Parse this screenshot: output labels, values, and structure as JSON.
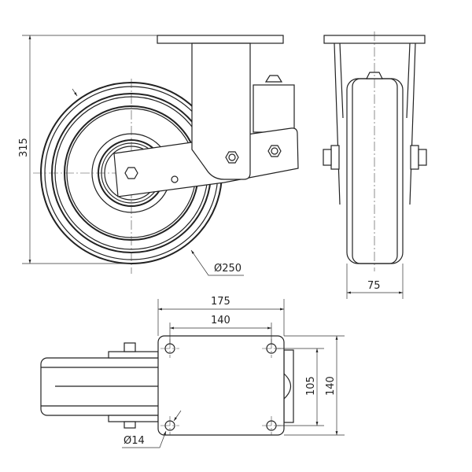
{
  "drawing": {
    "side_view": {
      "height_label": "315",
      "wheel_diameter_label": "Ø250"
    },
    "front_view": {
      "width_label": "75"
    },
    "top_view": {
      "plate_length_label": "175",
      "hole_spacing_length_label": "140",
      "hole_spacing_width_label": "105",
      "plate_width_label": "140",
      "hole_diameter_label": "Ø14"
    },
    "line_color": "#222222"
  }
}
